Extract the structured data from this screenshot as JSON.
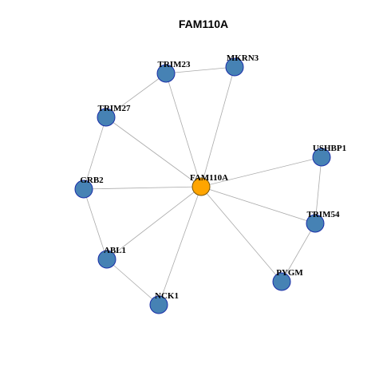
{
  "title": "FAM110A",
  "colors": {
    "center_fill": "#ffa500",
    "center_stroke": "#7a5400",
    "node_fill": "#4682b4",
    "node_stroke": "#1a2ea8",
    "edge": "#aaaaaa"
  },
  "nodes": [
    {
      "id": "FAM110A",
      "label": "FAM110A",
      "center": true
    },
    {
      "id": "TRIM23",
      "label": "TRIM23"
    },
    {
      "id": "MKRN3",
      "label": "MKRN3"
    },
    {
      "id": "TRIM27",
      "label": "TRIM27"
    },
    {
      "id": "USHBP1",
      "label": "USHBP1"
    },
    {
      "id": "GRB2",
      "label": "GRB2"
    },
    {
      "id": "TRIM54",
      "label": "TRIM54"
    },
    {
      "id": "ABL1",
      "label": "ABL1"
    },
    {
      "id": "PYGM",
      "label": "PYGM"
    },
    {
      "id": "NCK1",
      "label": "NCK1"
    }
  ],
  "edges": [
    [
      "FAM110A",
      "TRIM23"
    ],
    [
      "FAM110A",
      "MKRN3"
    ],
    [
      "FAM110A",
      "TRIM27"
    ],
    [
      "FAM110A",
      "USHBP1"
    ],
    [
      "FAM110A",
      "GRB2"
    ],
    [
      "FAM110A",
      "TRIM54"
    ],
    [
      "FAM110A",
      "ABL1"
    ],
    [
      "FAM110A",
      "PYGM"
    ],
    [
      "FAM110A",
      "NCK1"
    ],
    [
      "TRIM23",
      "MKRN3"
    ],
    [
      "TRIM23",
      "TRIM27"
    ],
    [
      "TRIM27",
      "GRB2"
    ],
    [
      "GRB2",
      "ABL1"
    ],
    [
      "ABL1",
      "NCK1"
    ],
    [
      "USHBP1",
      "TRIM54"
    ],
    [
      "TRIM54",
      "PYGM"
    ]
  ]
}
